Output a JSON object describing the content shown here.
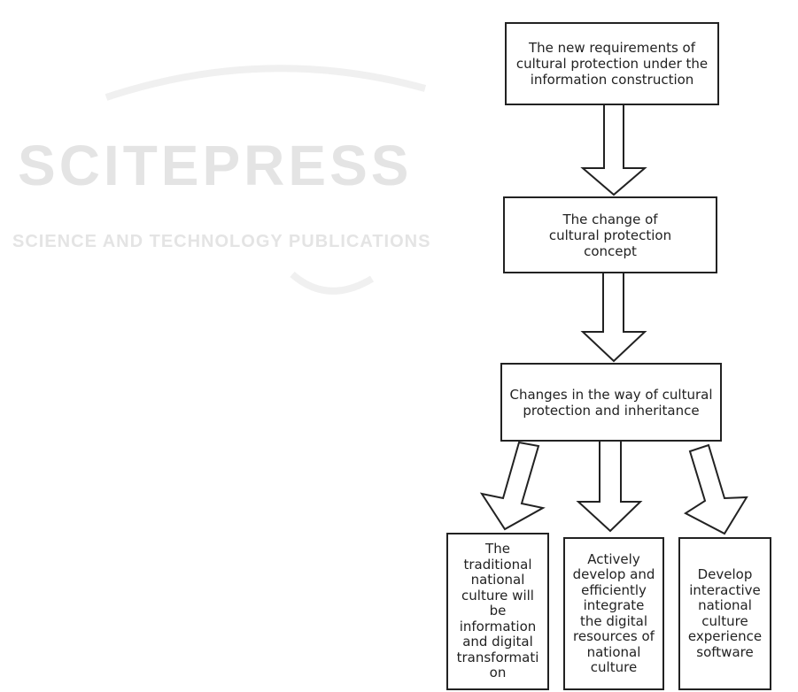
{
  "watermark": {
    "title": "SCITEPRESS",
    "subtitle": "SCIENCE AND TECHNOLOGY PUBLICATIONS"
  },
  "nodes": {
    "top": "The new requirements of cultural protection under the information construction",
    "concept": "The change of cultural protection concept",
    "way": "Changes in the way of cultural protection and inheritance",
    "leaf1": "The traditional national culture will be information and digital transformati on",
    "leaf2": "Actively develop and efficiently integrate the digital resources of national culture",
    "leaf3": "Develop interactive national culture experience software"
  },
  "colors": {
    "stroke": "#222222",
    "watermark": "#ececec"
  }
}
